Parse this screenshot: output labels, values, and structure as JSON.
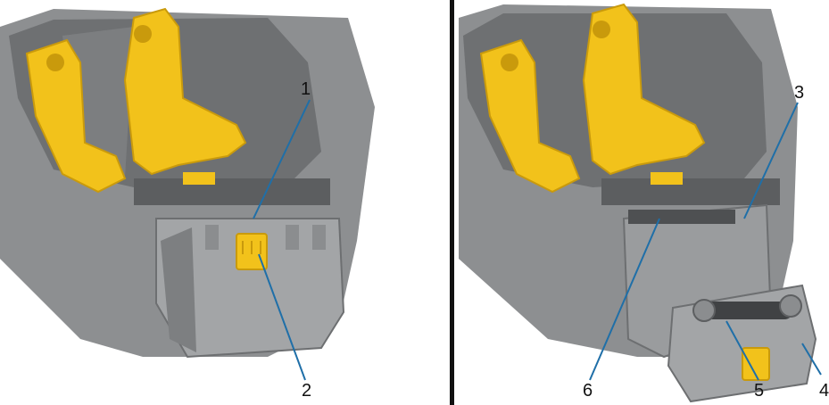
{
  "callouts": {
    "n1": "1",
    "n2": "2",
    "n3": "3",
    "n4": "4",
    "n5": "5",
    "n6": "6"
  },
  "colors": {
    "printer_body": "#8b8d8f",
    "printer_dark": "#5d5f61",
    "printer_light": "#b9bbbd",
    "bracket_yellow": "#f2c21b",
    "leader_line": "#1f6fa8",
    "divider": "#111111"
  }
}
